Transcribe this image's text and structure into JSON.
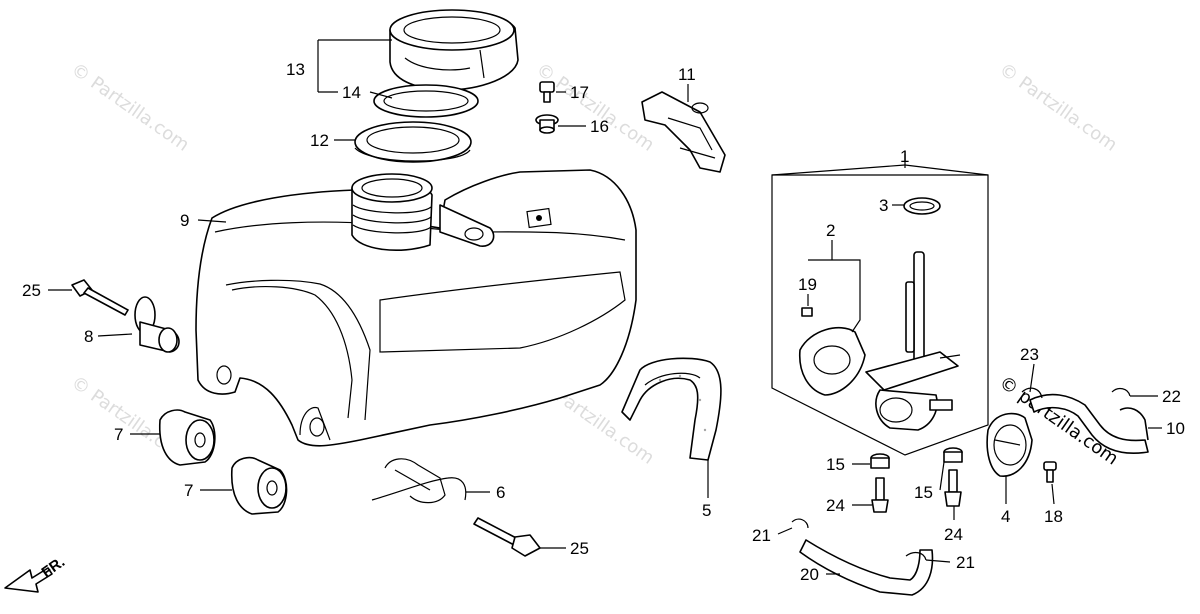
{
  "watermark": {
    "text": "© Partzilla.com",
    "overlay_text": "© partzilla.com"
  },
  "direction_marker": "FR.",
  "callouts": {
    "c1": "1",
    "c2": "2",
    "c3": "3",
    "c4": "4",
    "c5": "5",
    "c6": "6",
    "c7a": "7",
    "c7b": "7",
    "c8": "8",
    "c9": "9",
    "c10": "10",
    "c11": "11",
    "c12": "12",
    "c13": "13",
    "c14": "14",
    "c15a": "15",
    "c15b": "15",
    "c16": "16",
    "c17": "17",
    "c18": "18",
    "c19": "19",
    "c20": "20",
    "c21a": "21",
    "c21b": "21",
    "c22": "22",
    "c23": "23",
    "c24a": "24",
    "c24b": "24",
    "c25a": "25",
    "c25b": "25"
  }
}
